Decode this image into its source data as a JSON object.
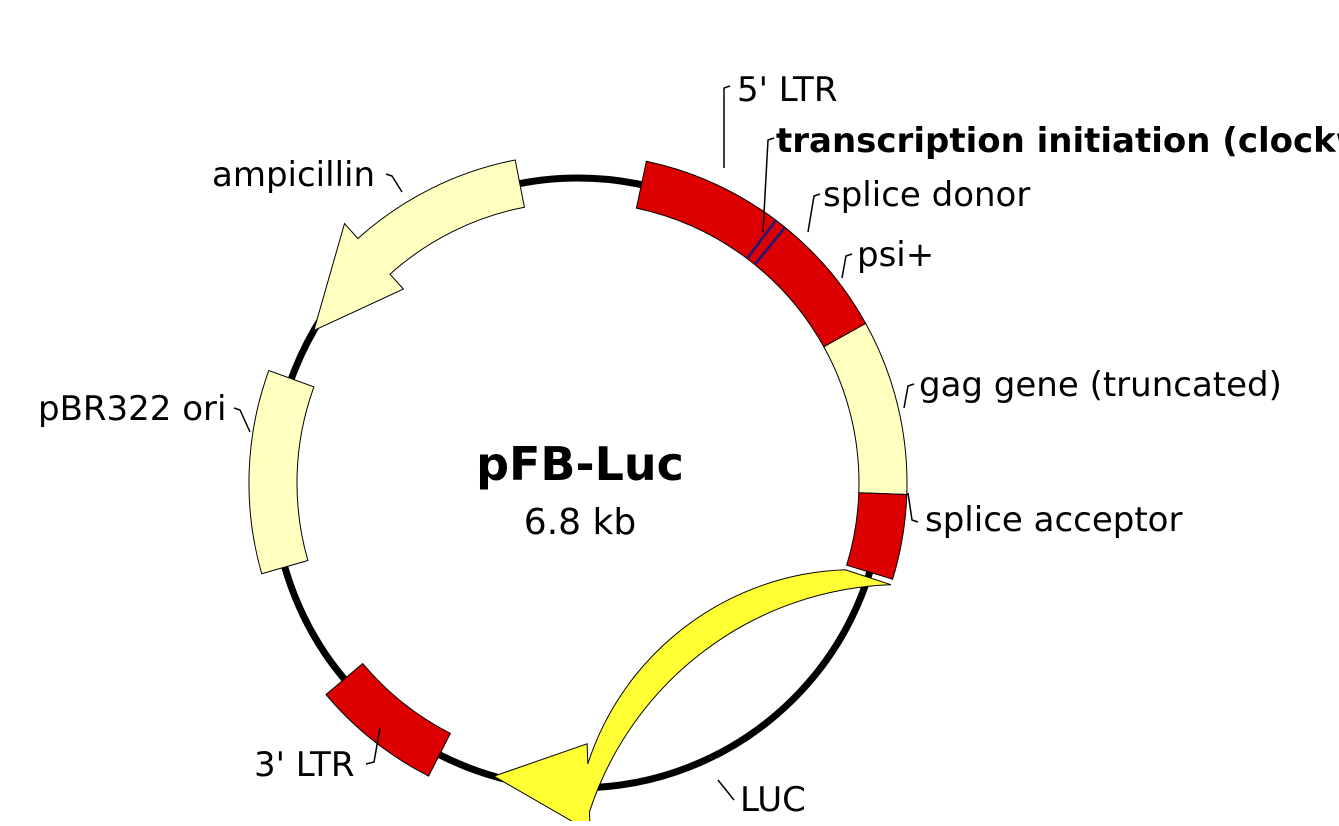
{
  "plasmid": {
    "name": "pFB-Luc",
    "size": "6.8 kb"
  },
  "colors": {
    "ltr": "#dd0000",
    "pale": "#ffffc0",
    "luc": "#ffff33",
    "backbone": "#000000",
    "marker": "#1a1a80"
  },
  "features": [
    {
      "id": "ampicillin",
      "label": "ampicillin",
      "kind": "arrow-ccw",
      "color": "pale"
    },
    {
      "id": "pbr322-ori",
      "label": "pBR322 ori",
      "kind": "block",
      "color": "pale"
    },
    {
      "id": "5-ltr",
      "label": "5' LTR",
      "kind": "block",
      "color": "ltr"
    },
    {
      "id": "transcription-initiation",
      "label": "transcription initiation (clockwise",
      "kind": "site",
      "bold": true
    },
    {
      "id": "splice-donor",
      "label": "splice donor",
      "kind": "site"
    },
    {
      "id": "psi",
      "label": "psi+",
      "kind": "block",
      "color": "ltr"
    },
    {
      "id": "gag-gene",
      "label": "gag gene (truncated)",
      "kind": "block",
      "color": "pale"
    },
    {
      "id": "splice-acceptor",
      "label": "splice acceptor",
      "kind": "block",
      "color": "ltr"
    },
    {
      "id": "luc",
      "label": "LUC",
      "kind": "arrow-ccw",
      "color": "luc"
    },
    {
      "id": "3-ltr",
      "label": "3' LTR",
      "kind": "block",
      "color": "ltr"
    }
  ]
}
